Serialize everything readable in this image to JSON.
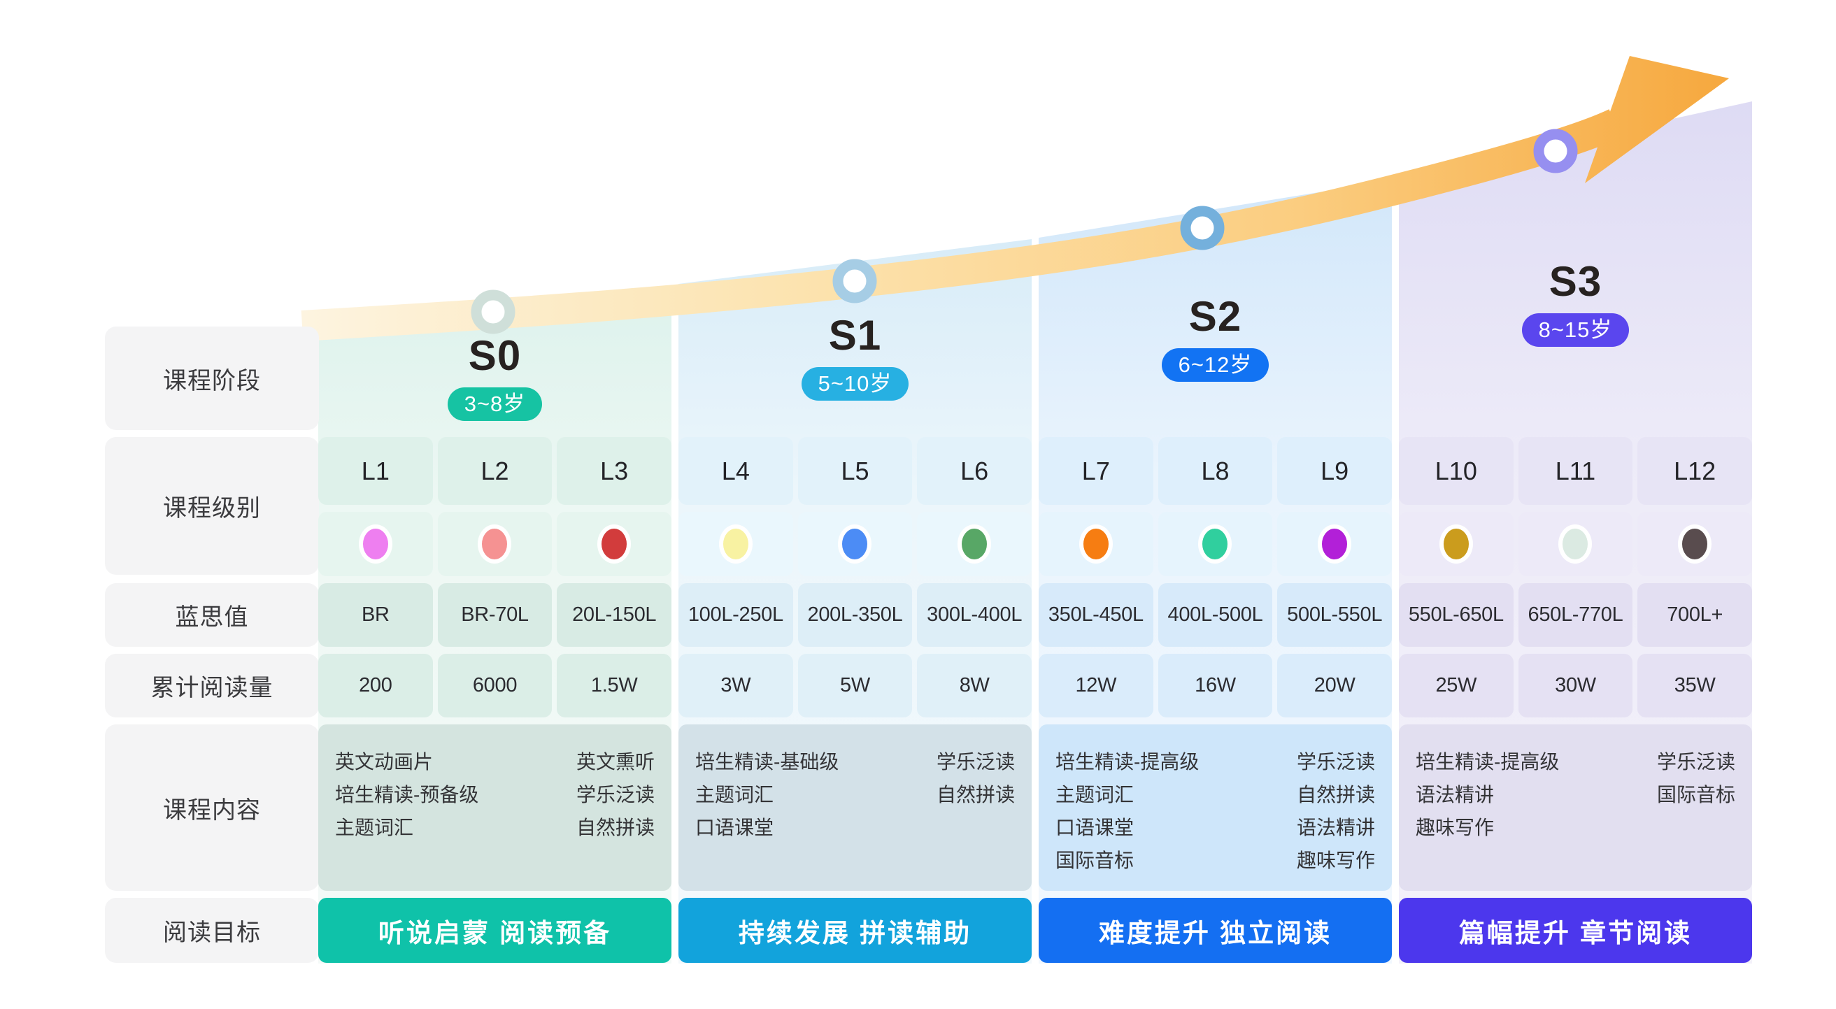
{
  "row_labels": {
    "stage": "课程阶段",
    "level": "课程级别",
    "lexile": "蓝思值",
    "reading": "累计阅读量",
    "content": "课程内容",
    "goal": "阅读目标"
  },
  "stages": [
    {
      "title": "S0",
      "age": "3~8岁",
      "badge_color": "#16c3a3",
      "ring_color": "#cfdfd9",
      "goal_text": "听说启蒙 阅读预备",
      "goal_color": "#0fc2a9",
      "levels": [
        {
          "label": "L1",
          "dot": "#ee7ff0",
          "lexile": "BR",
          "reading": "200"
        },
        {
          "label": "L2",
          "dot": "#f59292",
          "lexile": "BR-70L",
          "reading": "6000"
        },
        {
          "label": "L3",
          "dot": "#d23c3c",
          "lexile": "20L-150L",
          "reading": "1.5W"
        }
      ],
      "content_left": [
        "英文动画片",
        "培生精读-预备级",
        "主题词汇"
      ],
      "content_right": [
        "英文熏听",
        "学乐泛读",
        "自然拼读"
      ]
    },
    {
      "title": "S1",
      "age": "5~10岁",
      "badge_color": "#27b0e2",
      "ring_color": "#a6cde5",
      "goal_text": "持续发展 拼读辅助",
      "goal_color": "#12a3dc",
      "levels": [
        {
          "label": "L4",
          "dot": "#f8f2a2",
          "lexile": "100L-250L",
          "reading": "3W"
        },
        {
          "label": "L5",
          "dot": "#4c8cf5",
          "lexile": "200L-350L",
          "reading": "5W"
        },
        {
          "label": "L6",
          "dot": "#58a766",
          "lexile": "300L-400L",
          "reading": "8W"
        }
      ],
      "content_left": [
        "培生精读-基础级",
        "主题词汇",
        "口语课堂"
      ],
      "content_right": [
        "学乐泛读",
        "自然拼读"
      ]
    },
    {
      "title": "S2",
      "age": "6~12岁",
      "badge_color": "#1273f3",
      "ring_color": "#74b0dc",
      "goal_text": "难度提升 独立阅读",
      "goal_color": "#146ff2",
      "levels": [
        {
          "label": "L7",
          "dot": "#f67d12",
          "lexile": "350L-450L",
          "reading": "12W"
        },
        {
          "label": "L8",
          "dot": "#30cf9e",
          "lexile": "400L-500L",
          "reading": "16W"
        },
        {
          "label": "L9",
          "dot": "#b220d8",
          "lexile": "500L-550L",
          "reading": "20W"
        }
      ],
      "content_left": [
        "培生精读-提高级",
        "主题词汇",
        "口语课堂",
        "国际音标"
      ],
      "content_right": [
        "学乐泛读",
        "自然拼读",
        "语法精讲",
        "趣味写作"
      ]
    },
    {
      "title": "S3",
      "age": "8~15岁",
      "badge_color": "#5a46ee",
      "ring_color": "#968ff0",
      "goal_text": "篇幅提升 章节阅读",
      "goal_color": "#4c37ed",
      "levels": [
        {
          "label": "L10",
          "dot": "#cb9c1d",
          "lexile": "550L-650L",
          "reading": "25W"
        },
        {
          "label": "L11",
          "dot": "#dbeae2",
          "lexile": "650L-770L",
          "reading": "30W"
        },
        {
          "label": "L12",
          "dot": "#594c4e",
          "lexile": "700L+",
          "reading": "35W"
        }
      ],
      "content_left": [
        "培生精读-提高级",
        "语法精讲",
        "趣味写作"
      ],
      "content_right": [
        "学乐泛读",
        "国际音标"
      ]
    }
  ]
}
